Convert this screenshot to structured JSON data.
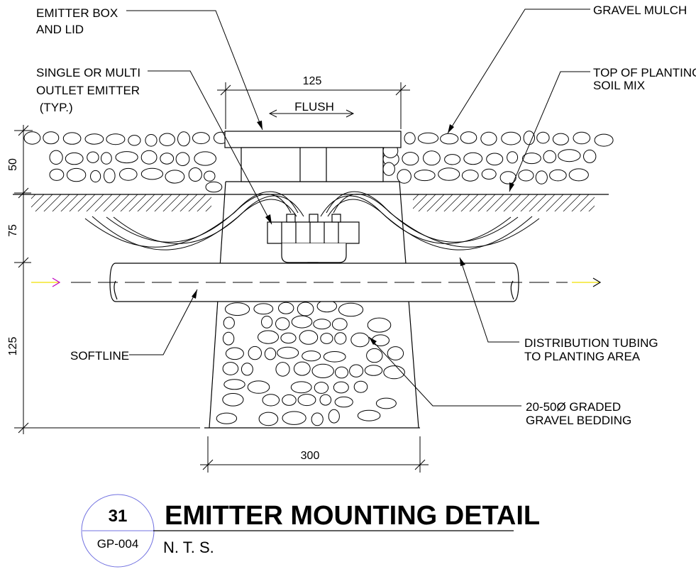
{
  "labels": {
    "emitter_box": [
      "EMITTER BOX",
      "AND LID"
    ],
    "single_multi": [
      "SINGLE OR MULTI",
      "OUTLET EMITTER",
      " (TYP.)"
    ],
    "gravel_mulch": "GRAVEL MULCH",
    "top_planting": [
      "TOP OF PLANTING",
      "SOIL MIX"
    ],
    "distribution": [
      "DISTRIBUTION TUBING",
      "TO PLANTING AREA"
    ],
    "gravel_bedding": [
      "20-50Ø GRADED",
      "GRAVEL BEDDING"
    ],
    "softline": "SOFTLINE",
    "flush": "FLUSH"
  },
  "dimensions": {
    "top_width": "125",
    "bottom_width": "300",
    "left_50": "50",
    "left_75": "75",
    "left_125": "125"
  },
  "title_block": {
    "detail_number": "31",
    "sheet": "GP-004",
    "title": "EMITTER MOUNTING DETAIL",
    "scale": "N. T. S."
  },
  "colors": {
    "line": "#000000",
    "flow_arrow": "#f0e000",
    "bubble": "#7070e0"
  }
}
